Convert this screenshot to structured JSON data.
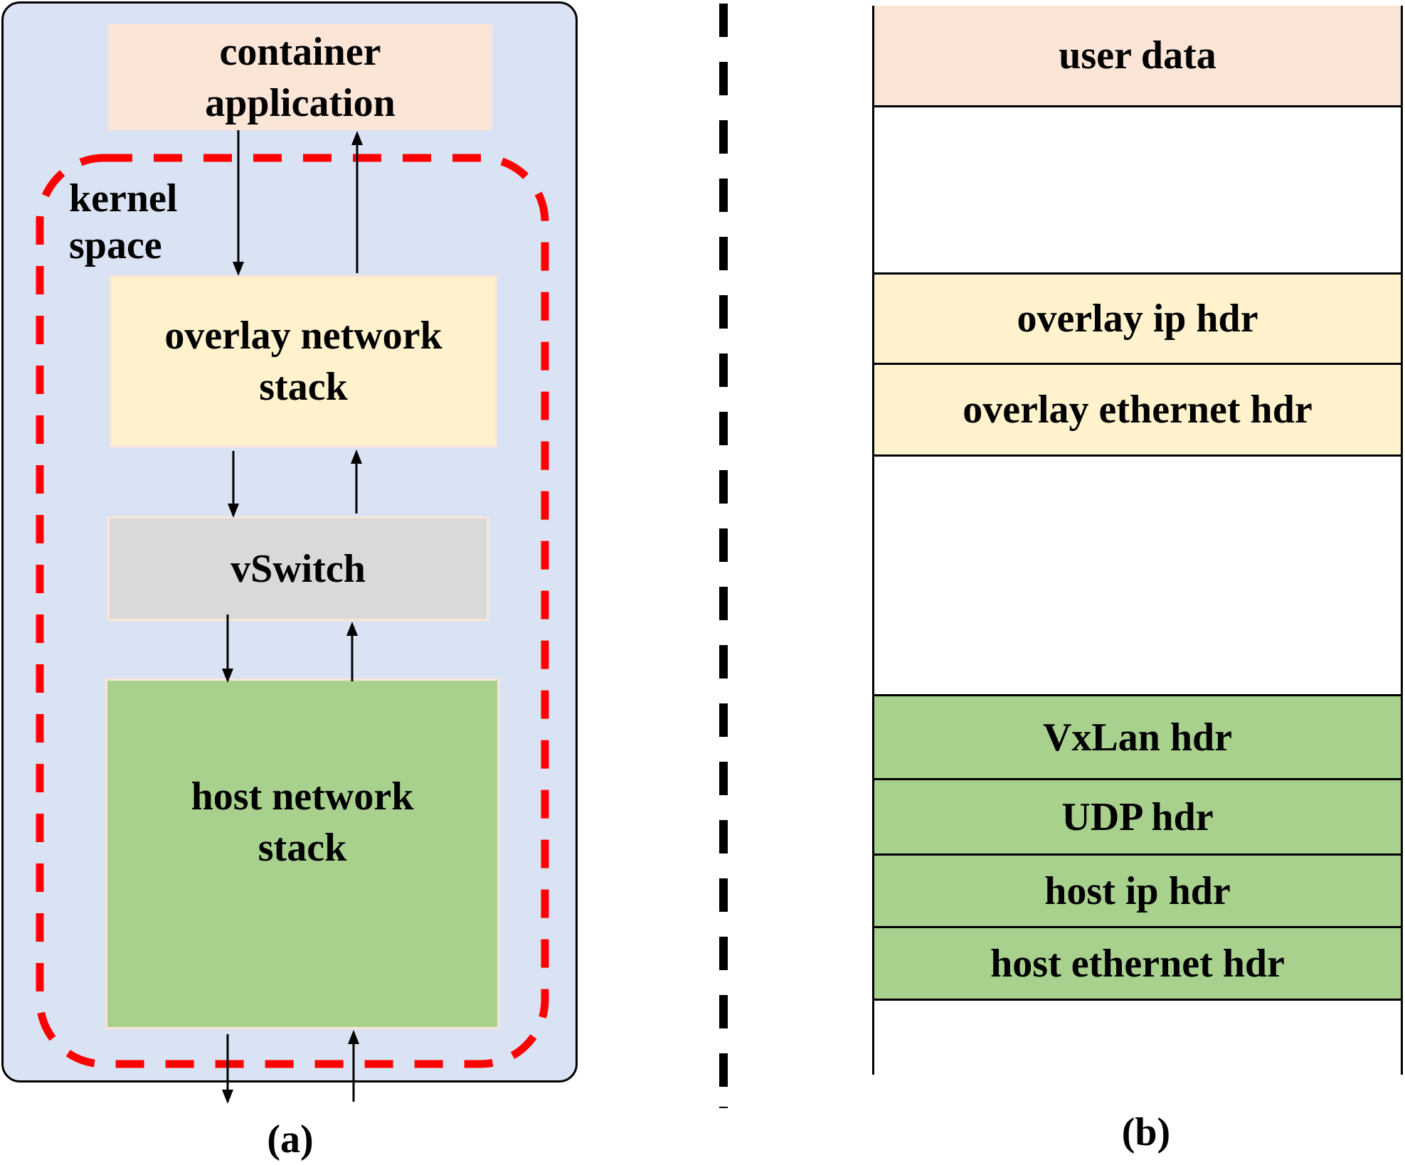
{
  "panel_a": {
    "container_app": [
      "container",
      "application"
    ],
    "kernel_space": [
      "kernel",
      "space"
    ],
    "overlay_stack": [
      "overlay network",
      "stack"
    ],
    "vswitch": "vSwitch",
    "host_stack": [
      "host network",
      "stack"
    ],
    "caption": "(a)"
  },
  "panel_b": {
    "rows": [
      {
        "label": "user data",
        "fill": "#FBE5D6"
      },
      {
        "label": "",
        "fill": "#FFFFFF"
      },
      {
        "label": "overlay ip hdr",
        "fill": "#FFF2CC"
      },
      {
        "label": "overlay ethernet hdr",
        "fill": "#FFF2CC"
      },
      {
        "label": "",
        "fill": "#FFFFFF"
      },
      {
        "label": "VxLan hdr",
        "fill": "#A9D18E"
      },
      {
        "label": "UDP hdr",
        "fill": "#A9D18E"
      },
      {
        "label": "host ip hdr",
        "fill": "#A9D18E"
      },
      {
        "label": "host ethernet hdr",
        "fill": "#A9D18E"
      },
      {
        "label": "",
        "fill": "#FFFFFF"
      }
    ],
    "caption": "(b)"
  },
  "colors": {
    "panel_bg": "#DAE3F3",
    "user_layer": "#FBE5D6",
    "overlay_layer": "#FFF2CC",
    "vswitch_layer": "#D9D9D9",
    "host_layer": "#A9D18E",
    "kernel_boundary": "#FF0000",
    "separator": "#000000"
  }
}
